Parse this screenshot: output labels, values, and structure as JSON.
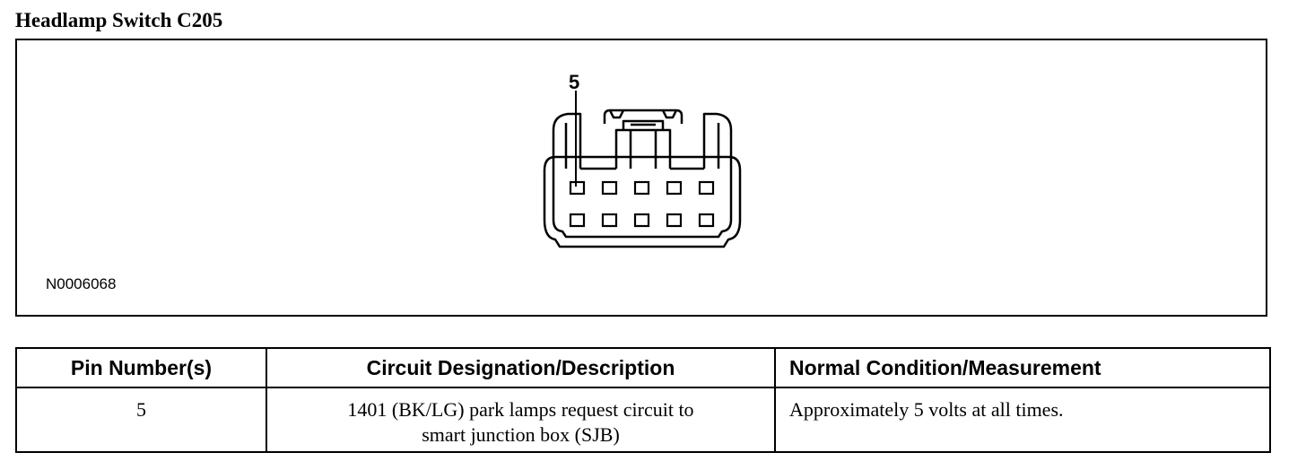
{
  "title": "Headlamp Switch C205",
  "diagram": {
    "pin_callout": "5",
    "figure_id": "N0006068",
    "connector_rows": 2,
    "pins_per_row": 5
  },
  "table": {
    "headers": {
      "pin": "Pin Number(s)",
      "circuit": "Circuit Designation/Description",
      "condition": "Normal Condition/Measurement"
    },
    "rows": [
      {
        "pin": "5",
        "circuit_line1": "1401 (BK/LG) park lamps request circuit to",
        "circuit_line2": "smart junction box (SJB)",
        "condition": "Approximately 5 volts at all times."
      }
    ]
  }
}
